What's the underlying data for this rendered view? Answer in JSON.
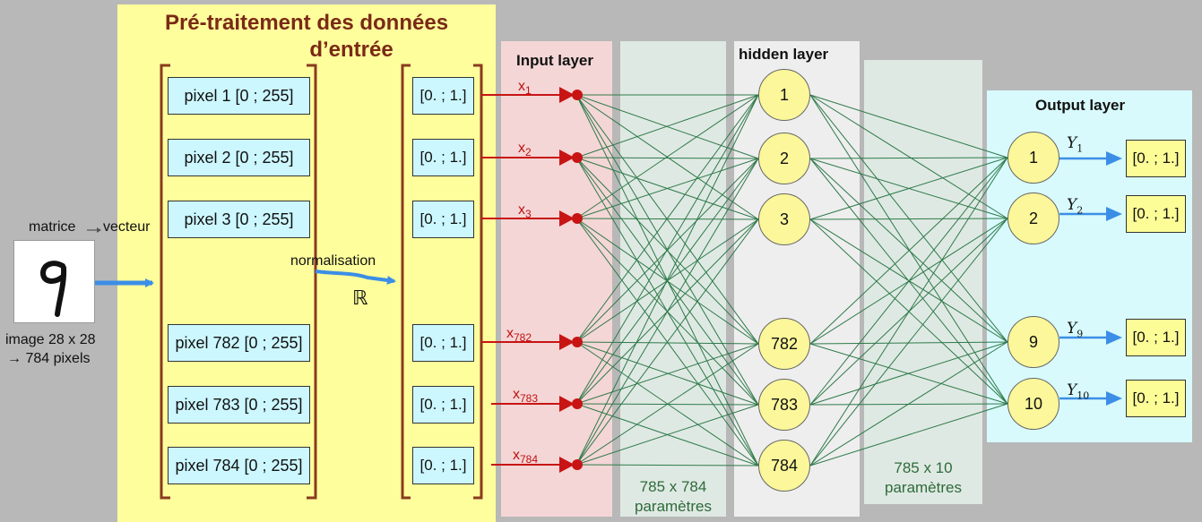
{
  "preprocessing": {
    "title_line1": "Pré-traitement des données",
    "title_line2": "d’entrée",
    "matrix_label": "matrice",
    "vector_label": "vecteur",
    "image_line1": "image 28 x 28",
    "image_line2": "→ 784 pixels",
    "normalisation": "normalisation",
    "reals_symbol": "ℝ",
    "pixels": [
      "pixel 1 [0 ; 255]",
      "pixel 2 [0 ; 255]",
      "pixel 3 [0 ; 255]",
      "pixel 782 [0 ; 255]",
      "pixel 783 [0 ; 255]",
      "pixel 784 [0 ; 255]"
    ],
    "normalized": [
      "[0. ; 1.]",
      "[0. ; 1.]",
      "[0. ; 1.]",
      "[0. ; 1.]",
      "[0. ; 1.]",
      "[0. ; 1.]"
    ]
  },
  "input_layer": {
    "title": "Input layer",
    "x_main": "x",
    "x_subs": [
      "1",
      "2",
      "3",
      "782",
      "783",
      "784"
    ]
  },
  "weights_1": {
    "line1": "785 x 784",
    "line2": "paramètres"
  },
  "hidden_layer": {
    "title": "hidden layer",
    "nodes": [
      "1",
      "2",
      "3",
      "782",
      "783",
      "784"
    ]
  },
  "weights_2": {
    "line1": "785 x 10",
    "line2": "paramètres"
  },
  "output_layer": {
    "title": "Output layer",
    "nodes": [
      "1",
      "2",
      "9",
      "10"
    ],
    "y_main": "Y",
    "y_subs": [
      "1",
      "2",
      "9",
      "10"
    ],
    "outputs": [
      "[0. ; 1.]",
      "[0. ; 1.]",
      "[0. ; 1.]",
      "[0. ; 1.]"
    ]
  },
  "colors": {
    "preprocessing_bg": "#fefe9c",
    "input_bg": "#f4d6d6",
    "weights_bg": "#dfe9e3",
    "hidden_bg": "#eeeeee",
    "output_bg": "#d8fafc",
    "arrow_blue": "#3b8ee6",
    "connection_green": "#2e7a4a",
    "bracket_brown": "#8a3b1e",
    "input_red": "#c81414"
  }
}
